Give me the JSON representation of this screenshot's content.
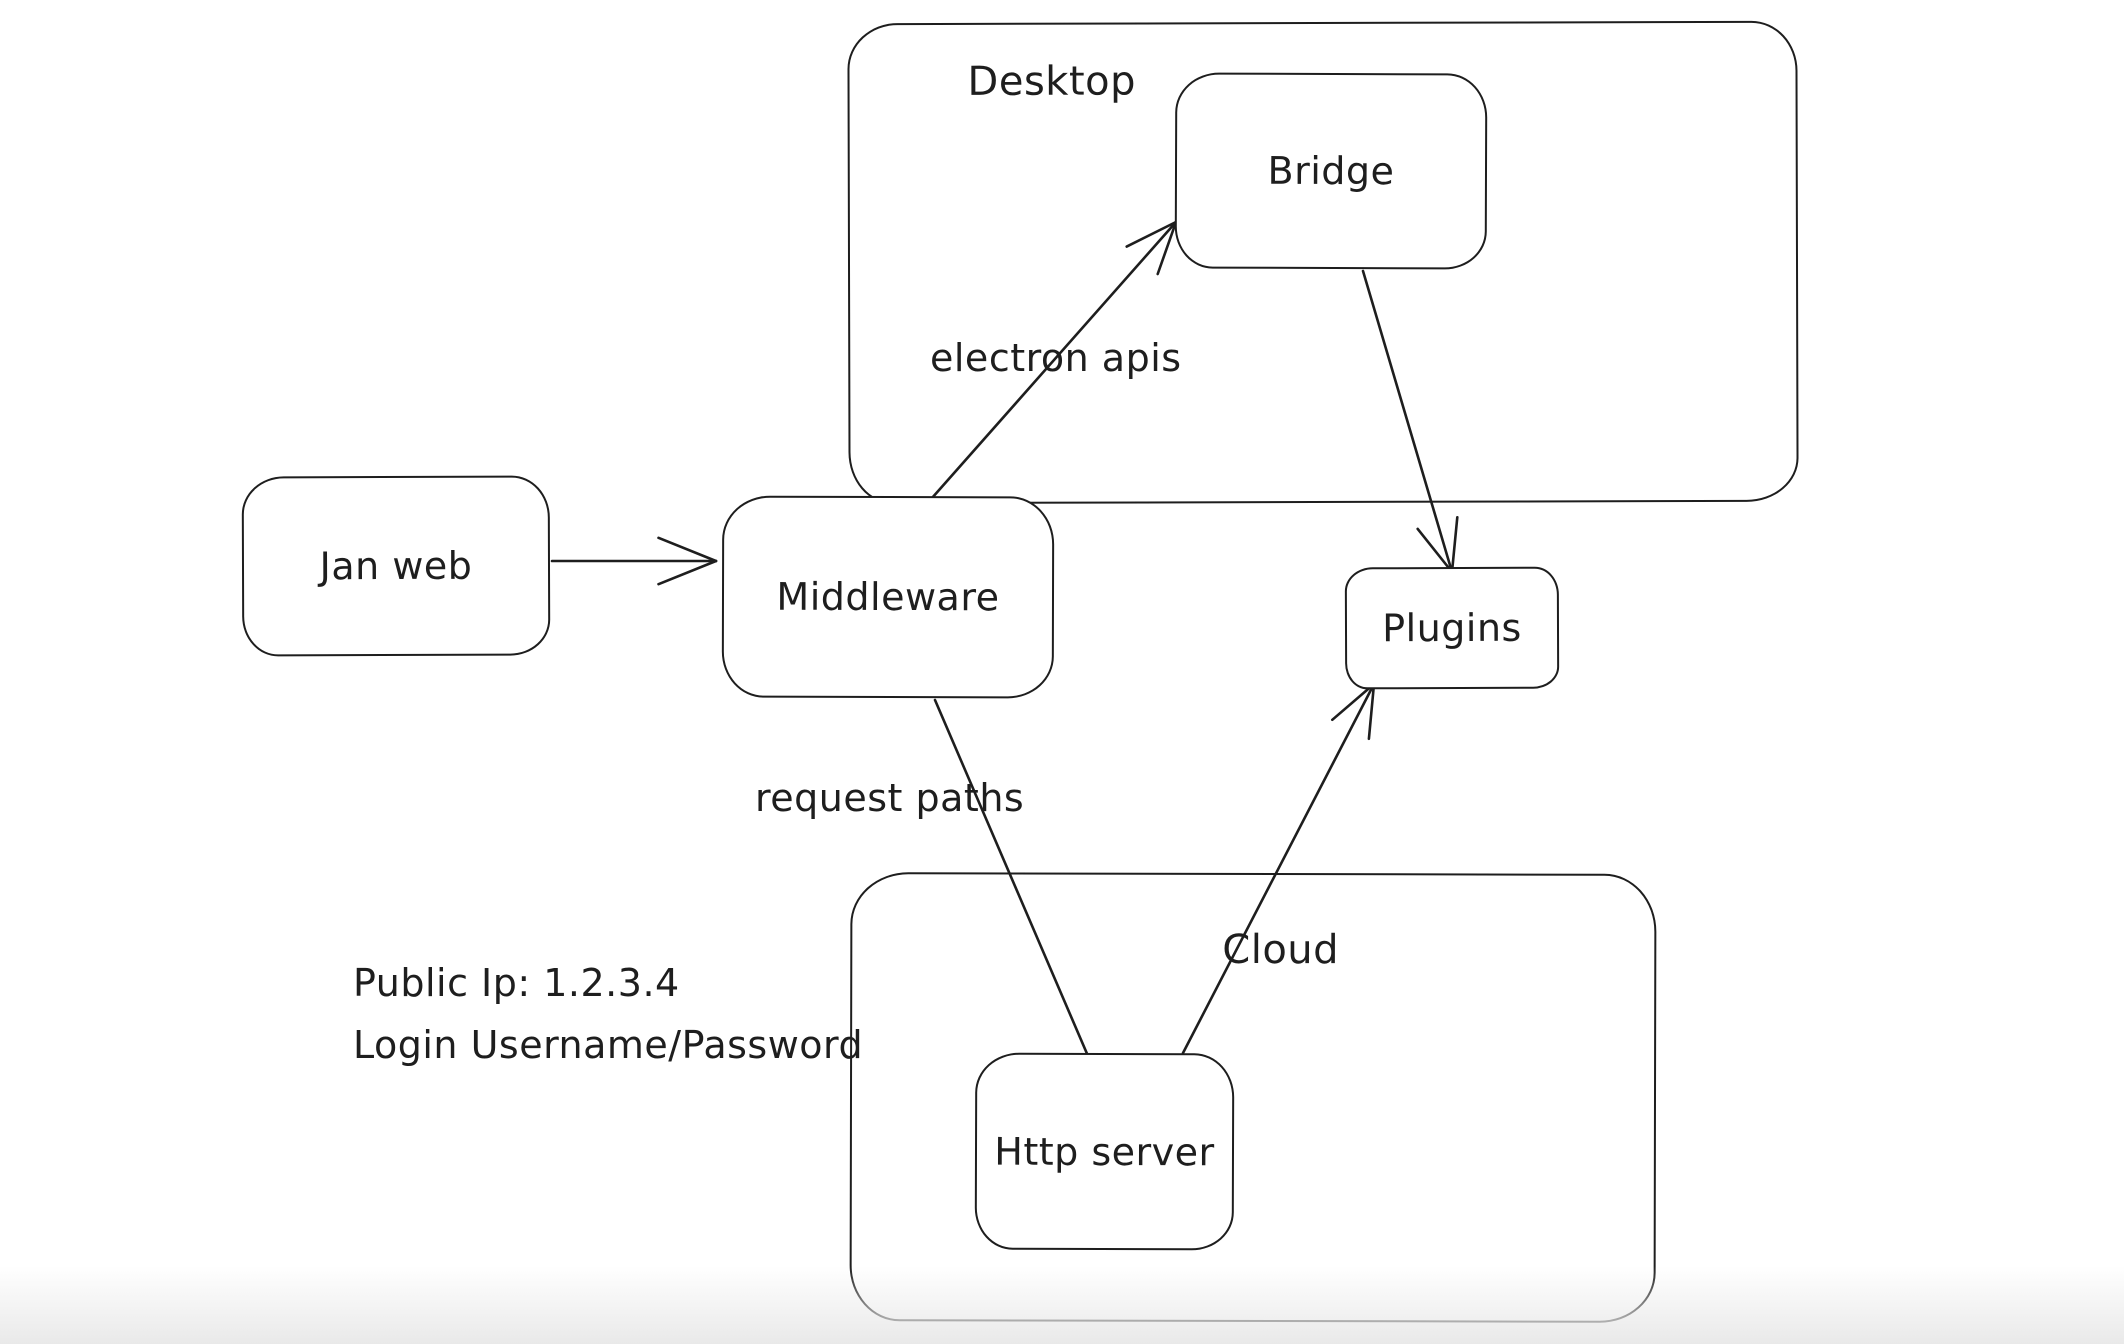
{
  "colors": {
    "background": "#ffffff",
    "stroke": "#1e1e1e",
    "bottom_fade": "#e9e9e9"
  },
  "containers": {
    "desktop": {
      "label": "Desktop"
    },
    "cloud": {
      "label": "Cloud"
    }
  },
  "nodes": {
    "jan_web": {
      "label": "Jan web"
    },
    "middleware": {
      "label": "Middleware"
    },
    "bridge": {
      "label": "Bridge"
    },
    "plugins": {
      "label": "Plugins"
    },
    "http_server": {
      "label": "Http server"
    }
  },
  "edge_labels": {
    "electron_apis": "electron apis",
    "request_paths": "request paths"
  },
  "annotations": {
    "public_ip": "Public Ip: 1.2.3.4",
    "login": "Login Username/Password"
  }
}
